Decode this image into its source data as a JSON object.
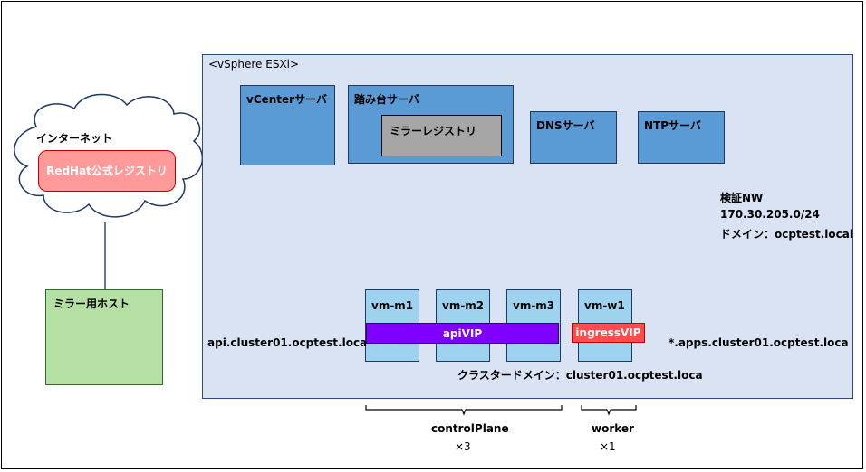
{
  "internet": {
    "title": "インターネット",
    "registry": "RedHat公式レジストリ"
  },
  "mirror_host": {
    "label": "ミラー用ホスト"
  },
  "esxi": {
    "title": "<vSphere ESXi>",
    "servers": {
      "vcenter": "vCenterサーバ",
      "bastion": "踏み台サーバ",
      "mirror_registry": "ミラーレジストリ",
      "dns": "DNSサーバ",
      "ntp": "NTPサーバ"
    },
    "network": {
      "name": "検証NW",
      "cidr": "170.30.205.0/24",
      "domain": "ドメイン：ocptest.local"
    },
    "vms": [
      "vm-m1",
      "vm-m2",
      "vm-m3",
      "vm-w1"
    ],
    "api_vip": "apiVIP",
    "ingress_vip": "ingressVIP",
    "api_fqdn": "api.cluster01.ocptest.loca",
    "apps_fqdn": "*.apps.cluster01.ocptest.loca",
    "cluster_domain": "クラスタードメイン：cluster01.ocptest.loca"
  },
  "groups": {
    "control_plane": {
      "label": "controlPlane",
      "count": "×3"
    },
    "worker": {
      "label": "worker",
      "count": "×1"
    }
  }
}
